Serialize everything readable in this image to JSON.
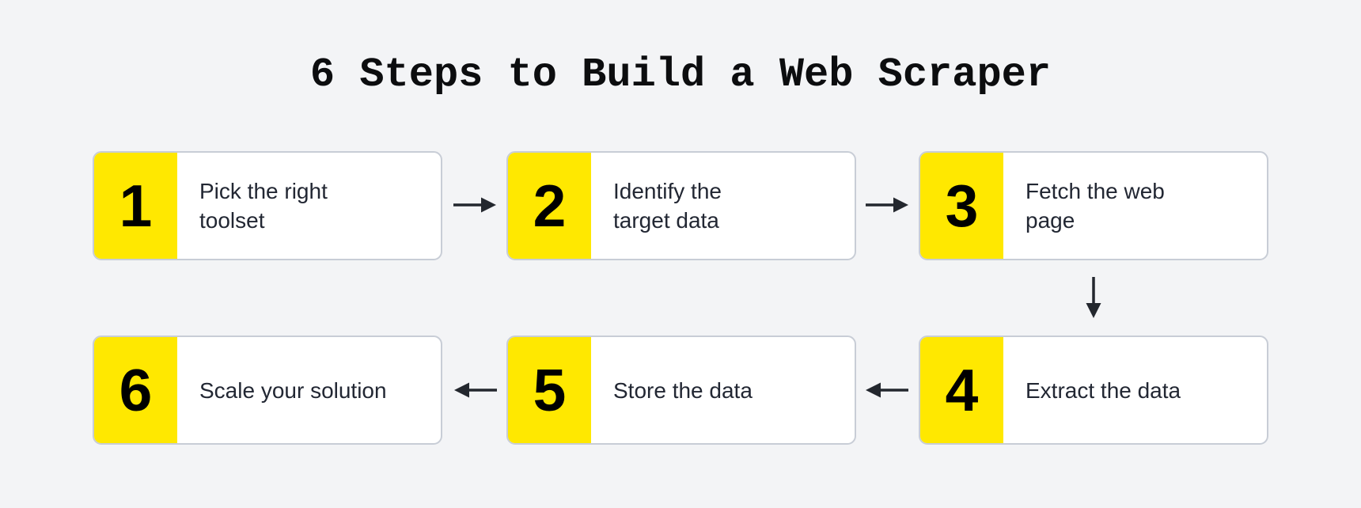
{
  "title": "6 Steps to Build a Web Scraper",
  "steps": [
    {
      "number": "1",
      "label": "Pick the right\ntoolset"
    },
    {
      "number": "2",
      "label": "Identify the\ntarget data"
    },
    {
      "number": "3",
      "label": "Fetch the web\npage"
    },
    {
      "number": "4",
      "label": "Extract the data"
    },
    {
      "number": "5",
      "label": "Store the data"
    },
    {
      "number": "6",
      "label": "Scale your solution"
    }
  ],
  "icons": {
    "flow_1_to_2": "arrow-right-icon",
    "flow_2_to_3": "arrow-right-icon",
    "flow_3_to_4": "arrow-down-icon",
    "flow_4_to_5": "arrow-left-icon",
    "flow_5_to_6": "arrow-left-icon"
  },
  "colors": {
    "background": "#f3f4f6",
    "card_background": "#ffffff",
    "card_border": "#c8cdd6",
    "accent_yellow": "#ffe800",
    "number_text": "#000000",
    "label_text": "#222733",
    "title_text": "#0c0d0f",
    "arrow": "#23272e"
  }
}
